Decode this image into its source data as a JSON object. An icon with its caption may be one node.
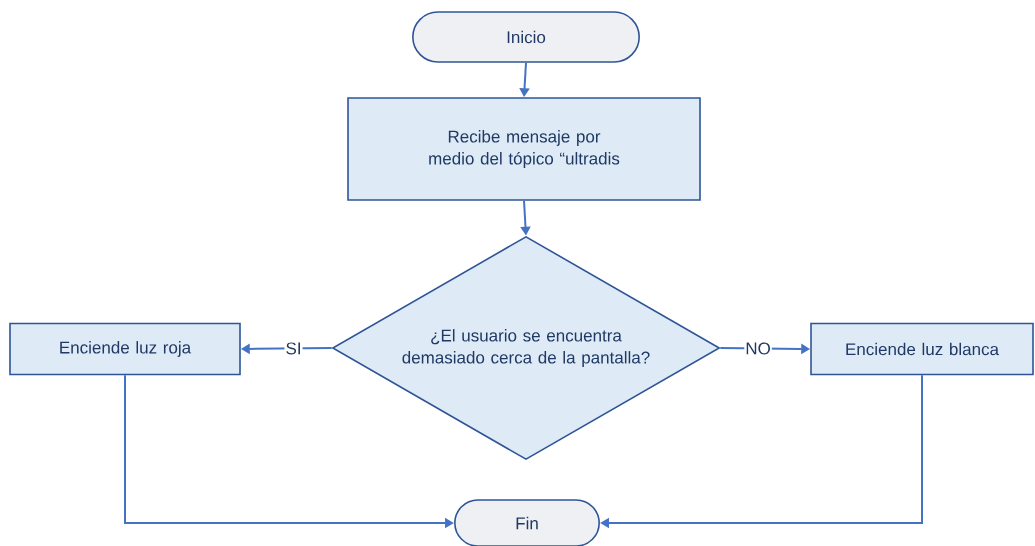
{
  "diagram": {
    "nodes": [
      {
        "text": [
          "Inicio"
        ]
      },
      {
        "text": [
          "Recibe mensaje por medio del tópico “ultradis"
        ]
      },
      {
        "text": [
          "¿El usuario se encuentra demasiado cerca de la pantalla?"
        ]
      },
      {
        "text": [
          "Enciende luz roja"
        ]
      },
      {
        "text": [
          "Enciende luz blanca"
        ]
      },
      {
        "text": [
          "Fin"
        ]
      }
    ],
    "edges": [
      {
        "from": 0,
        "to": 1,
        "arrow": "to"
      },
      {
        "from": 1,
        "to": 2,
        "arrow": "to"
      },
      {
        "from": 2,
        "to": 3,
        "arrow": "to",
        "label": "SI"
      },
      {
        "from": 2,
        "to": 4,
        "arrow": "to",
        "label": "NO"
      },
      {
        "from": 3,
        "to": 5,
        "arrow": "to"
      },
      {
        "from": 4,
        "to": 5,
        "arrow": "to"
      }
    ]
  }
}
